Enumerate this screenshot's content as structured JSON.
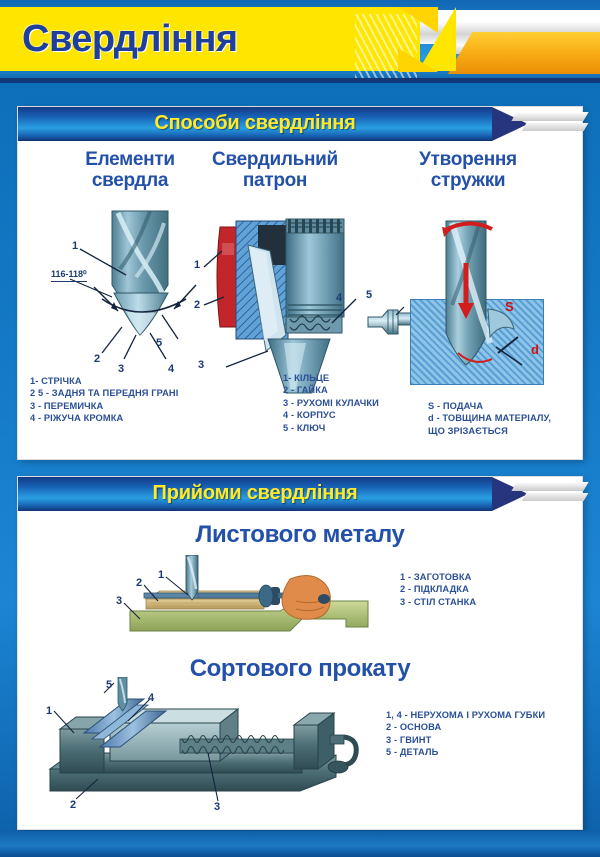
{
  "header": {
    "title": "Свердління"
  },
  "sections": [
    {
      "bar_title": "Способи свердління",
      "columns": [
        {
          "title": "Елементи\nсвердла",
          "callouts": [
            "1",
            "2",
            "3",
            "4",
            "5"
          ],
          "dimension": "116-118⁰",
          "legend": "1- СТРІЧКА\n2  5 - ЗАДНЯ ТА ПЕРЕДНЯ ГРАНІ\n3 - ПЕРЕМИЧКА\n4 - РІЖУЧА КРОМКА"
        },
        {
          "title": "Свердильний\nпатрон",
          "callouts": [
            "1",
            "2",
            "3",
            "4",
            "5"
          ],
          "legend": "1- КІЛЬЦЕ\n2 - ГАЙКА\n3 - РУХОМІ КУЛАЧКИ\n4 - КОРПУС\n5 - КЛЮЧ"
        },
        {
          "title": "Утворення\nстружки",
          "callouts": [
            "S",
            "d"
          ],
          "legend": "S - ПОДАЧА\nd - ТОВЩИНА МАТЕРІАЛУ,\nЩО ЗРІЗАЄТЬСЯ"
        }
      ]
    },
    {
      "bar_title": "Прийоми свердління",
      "blocks": [
        {
          "subtitle": "Листового металу",
          "callouts": [
            "1",
            "2",
            "3"
          ],
          "legend": "1 - ЗАГОТОВКА\n2 - ПІДКЛАДКА\n3 - СТІЛ СТАНКА"
        },
        {
          "subtitle": "Сортового прокату",
          "callouts": [
            "1",
            "2",
            "3",
            "4",
            "5"
          ],
          "legend": "1, 4 - НЕРУХОМА І РУХОМА ГУБКИ\n2 - ОСНОВА\n3 - ГВИНТ\n5 - ДЕТАЛЬ"
        }
      ]
    }
  ],
  "colors": {
    "banner_yellow": "#ffe600",
    "title_blue": "#1f3f9c",
    "section_bar_blue": "#1760b4",
    "section_text_yellow": "#ffe92b",
    "heading_blue": "#2350a8",
    "legend_blue": "#2a4f96",
    "accent_red": "#cc1111",
    "background_blue": "#1479c6"
  }
}
